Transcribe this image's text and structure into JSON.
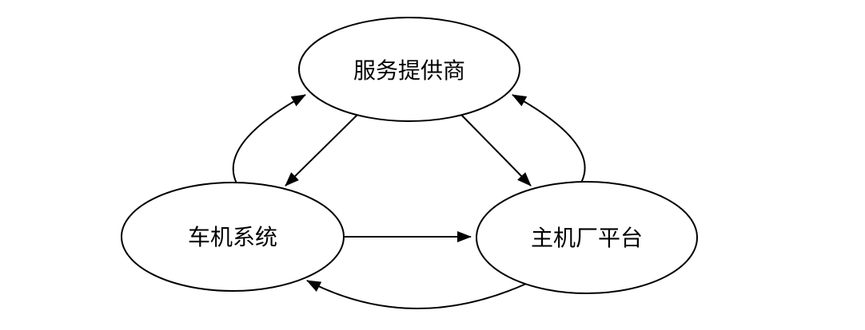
{
  "diagram": {
    "type": "flow-diagram",
    "background_color": "#ffffff",
    "stroke_color": "#000000",
    "text_color": "#000000",
    "nodes": [
      {
        "id": "service-provider",
        "label": "服务提供商",
        "shape": "ellipse",
        "position": "top-center"
      },
      {
        "id": "ivi-system",
        "label": "车机系统",
        "shape": "ellipse",
        "position": "bottom-left"
      },
      {
        "id": "oem-platform",
        "label": "主机厂平台",
        "shape": "ellipse",
        "position": "bottom-right"
      }
    ],
    "edges": [
      {
        "from": "车机系统",
        "to": "服务提供商",
        "style": "curved",
        "arrow": "single"
      },
      {
        "from": "服务提供商",
        "to": "车机系统",
        "style": "straight",
        "arrow": "single"
      },
      {
        "from": "主机厂平台",
        "to": "服务提供商",
        "style": "curved",
        "arrow": "single"
      },
      {
        "from": "服务提供商",
        "to": "主机厂平台",
        "style": "straight",
        "arrow": "single"
      },
      {
        "from": "车机系统",
        "to": "主机厂平台",
        "style": "straight",
        "arrow": "single"
      },
      {
        "from": "主机厂平台",
        "to": "车机系统",
        "style": "curved",
        "arrow": "single"
      }
    ]
  }
}
